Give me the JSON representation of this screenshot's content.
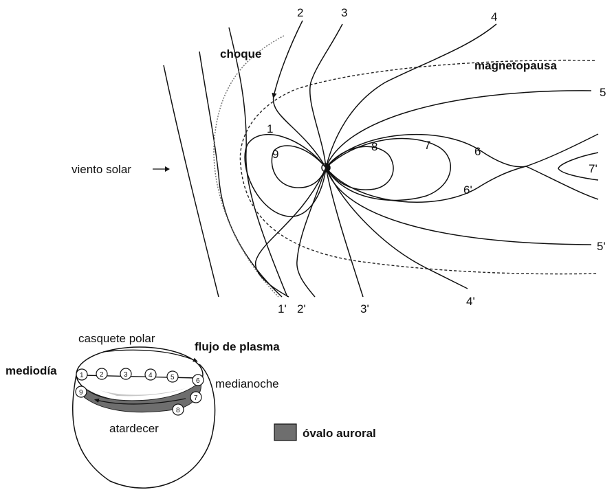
{
  "labels": {
    "choque": "choque",
    "magnetopausa": "magnetopausa",
    "viento_solar": "viento solar",
    "casquete_polar": "casquete polar",
    "flujo_de_plasma": "flujo de plasma",
    "mediodia": "mediodía",
    "medianoche": "medianoche",
    "atardecer": "atardecer",
    "ovalo_auroral": "óvalo auroral"
  },
  "field_line_numbers": [
    "1",
    "2",
    "3",
    "4",
    "5",
    "6",
    "7",
    "8",
    "9",
    "1'",
    "2'",
    "3'",
    "4'",
    "5'",
    "6'",
    "7'"
  ],
  "ionosphere_numbers": [
    "1",
    "2",
    "3",
    "4",
    "5",
    "6",
    "7",
    "8",
    "9"
  ],
  "colors": {
    "lines": "#111111",
    "auroral_oval": "#6e6e6e",
    "auroral_light": "#c8c8c8",
    "bow_shock": "#777777"
  }
}
